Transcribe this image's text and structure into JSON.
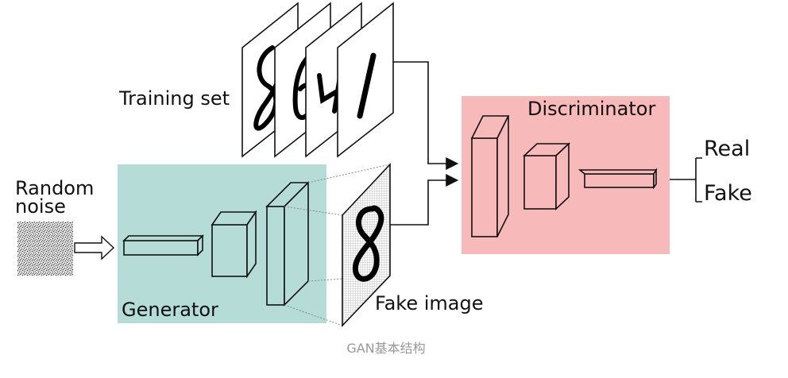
{
  "labels": {
    "training_set": "Training set",
    "random_noise_line1": "Random",
    "random_noise_line2": "noise",
    "generator": "Generator",
    "fake_image": "Fake image",
    "discriminator": "Discriminator",
    "real": "Real",
    "fake": "Fake",
    "caption": "GAN基本结构"
  },
  "colors": {
    "generator_bg": "#b6dcd7",
    "discriminator_bg": "#f8b9bb",
    "real_text": "#5cb85c",
    "fake_text": "#a06870",
    "caption_text": "#999999"
  }
}
